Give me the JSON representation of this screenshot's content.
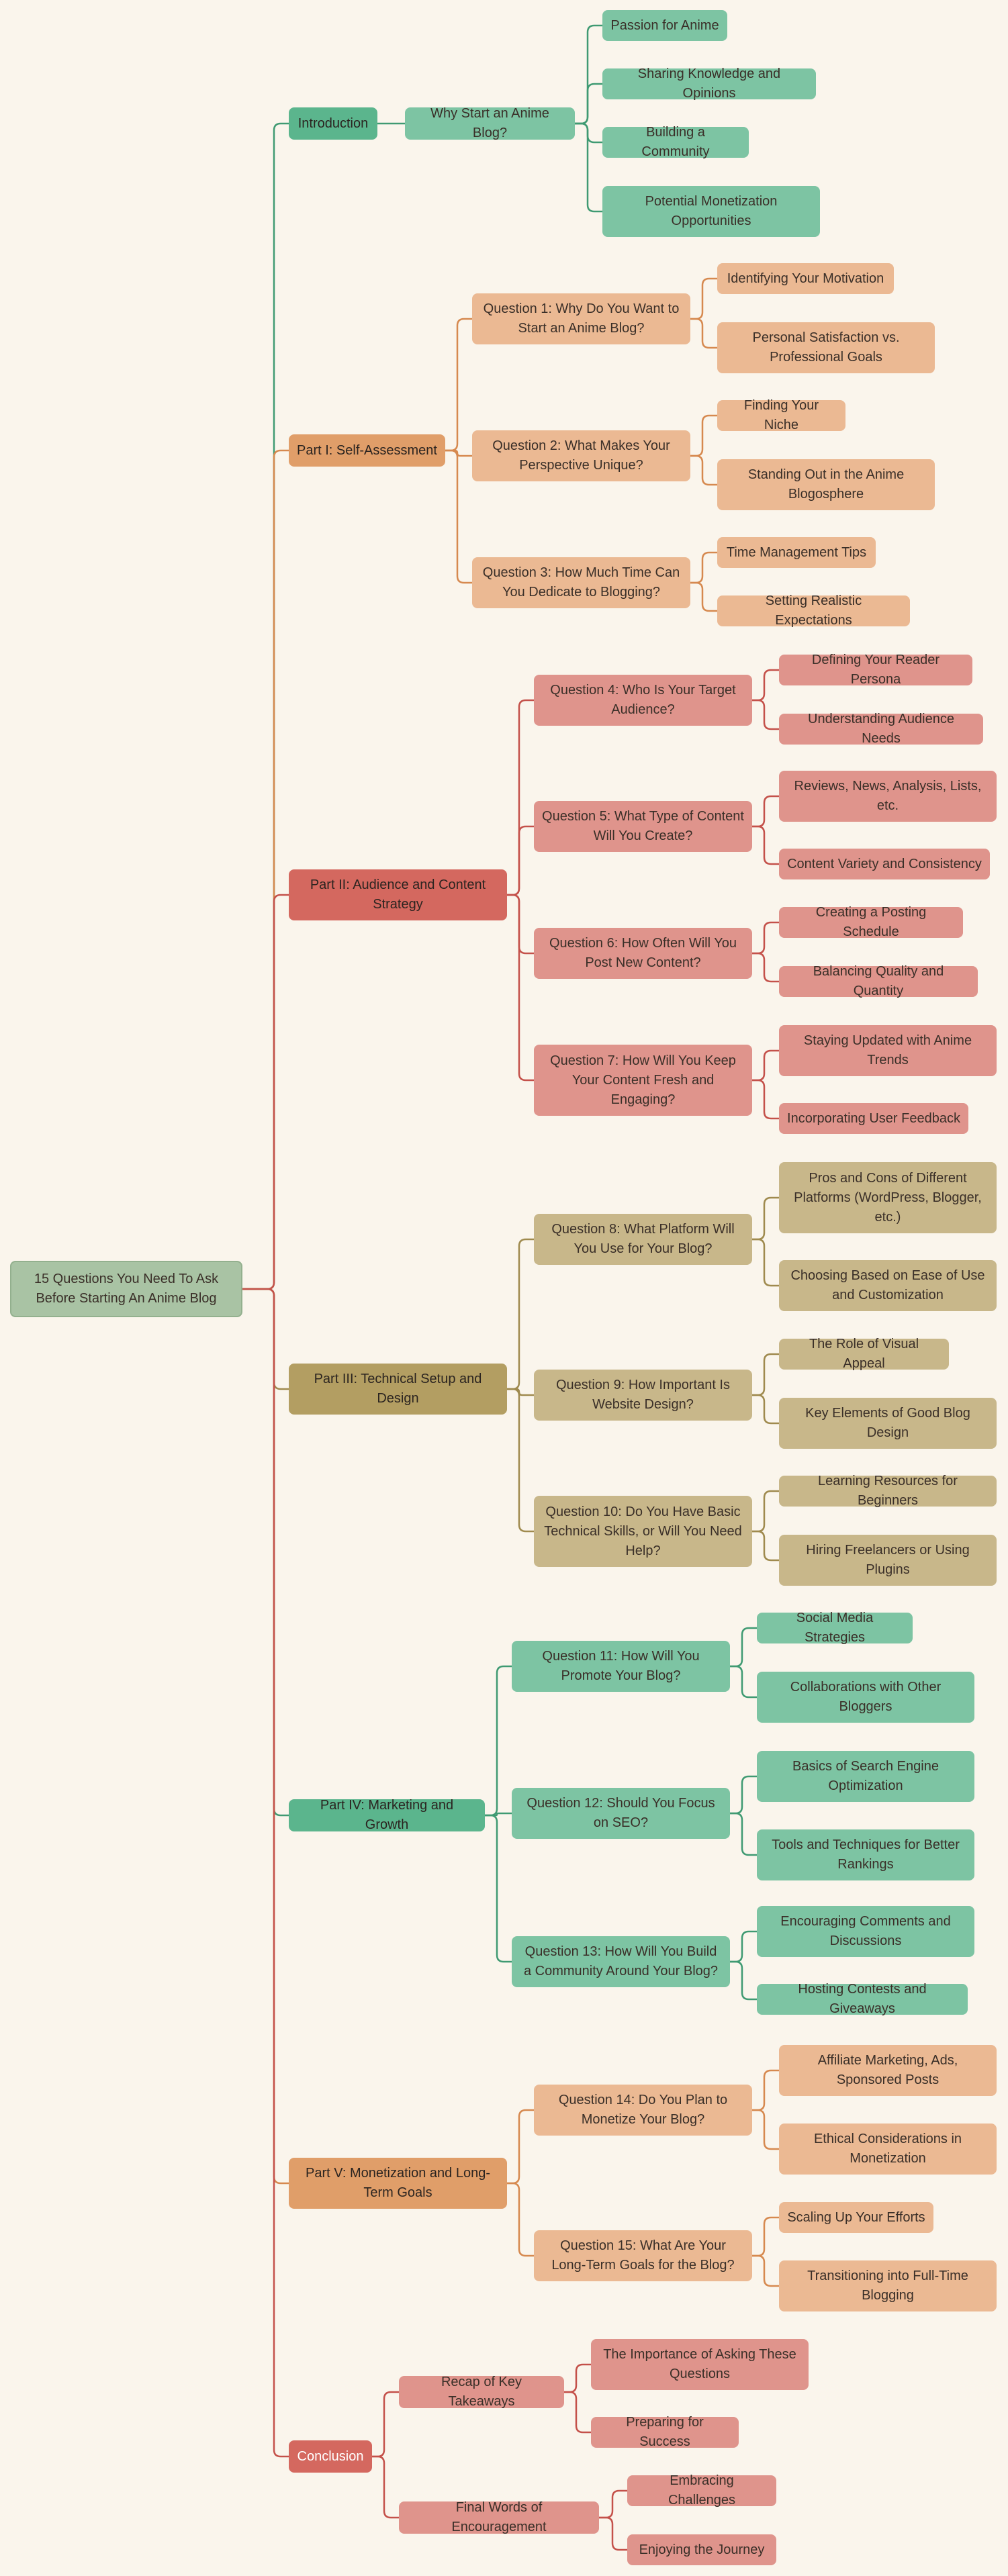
{
  "root": {
    "label": "15 Questions You Need To Ask Before Starting An Anime Blog"
  },
  "colors": {
    "root": "#a9c3a4",
    "green": "#5bb58d",
    "green_light": "#7dc4a3",
    "orange": "#e09e69",
    "orange_light": "#ebb993",
    "red": "#d4685f",
    "red_light": "#df948c",
    "olive": "#b39e62",
    "olive_light": "#c8b78a"
  },
  "sections": [
    {
      "label": "Introduction",
      "theme": "green",
      "children": [
        {
          "label": "Why Start an Anime Blog?",
          "children": [
            {
              "label": "Passion for Anime"
            },
            {
              "label": "Sharing Knowledge and Opinions"
            },
            {
              "label": "Building a Community"
            },
            {
              "label": "Potential Monetization Opportunities"
            }
          ]
        }
      ]
    },
    {
      "label": "Part I: Self-Assessment",
      "theme": "orange",
      "children": [
        {
          "label": "Question 1: Why Do You Want to Start an Anime Blog?",
          "children": [
            {
              "label": "Identifying Your Motivation"
            },
            {
              "label": "Personal Satisfaction vs. Professional Goals"
            }
          ]
        },
        {
          "label": "Question 2: What Makes Your Perspective Unique?",
          "children": [
            {
              "label": "Finding Your Niche"
            },
            {
              "label": "Standing Out in the Anime Blogosphere"
            }
          ]
        },
        {
          "label": "Question 3: How Much Time Can You Dedicate to Blogging?",
          "children": [
            {
              "label": "Time Management Tips"
            },
            {
              "label": "Setting Realistic Expectations"
            }
          ]
        }
      ]
    },
    {
      "label": "Part II: Audience and Content Strategy",
      "theme": "red",
      "children": [
        {
          "label": "Question 4: Who Is Your Target Audience?",
          "children": [
            {
              "label": "Defining Your Reader Persona"
            },
            {
              "label": "Understanding Audience Needs"
            }
          ]
        },
        {
          "label": "Question 5: What Type of Content Will You Create?",
          "children": [
            {
              "label": "Reviews, News, Analysis, Lists, etc."
            },
            {
              "label": "Content Variety and Consistency"
            }
          ]
        },
        {
          "label": "Question 6: How Often Will You Post New Content?",
          "children": [
            {
              "label": "Creating a Posting Schedule"
            },
            {
              "label": "Balancing Quality and Quantity"
            }
          ]
        },
        {
          "label": "Question 7: How Will You Keep Your Content Fresh and Engaging?",
          "children": [
            {
              "label": "Staying Updated with Anime Trends"
            },
            {
              "label": "Incorporating User Feedback"
            }
          ]
        }
      ]
    },
    {
      "label": "Part III: Technical Setup and Design",
      "theme": "olive",
      "children": [
        {
          "label": "Question 8: What Platform Will You Use for Your Blog?",
          "children": [
            {
              "label": "Pros and Cons of Different Platforms (WordPress, Blogger, etc.)"
            },
            {
              "label": "Choosing Based on Ease of Use and Customization"
            }
          ]
        },
        {
          "label": "Question 9: How Important Is Website Design?",
          "children": [
            {
              "label": "The Role of Visual Appeal"
            },
            {
              "label": "Key Elements of Good Blog Design"
            }
          ]
        },
        {
          "label": "Question 10: Do You Have Basic Technical Skills, or Will You Need Help?",
          "children": [
            {
              "label": "Learning Resources for Beginners"
            },
            {
              "label": "Hiring Freelancers or Using Plugins"
            }
          ]
        }
      ]
    },
    {
      "label": "Part IV: Marketing and Growth",
      "theme": "green",
      "children": [
        {
          "label": "Question 11: How Will You Promote Your Blog?",
          "children": [
            {
              "label": "Social Media Strategies"
            },
            {
              "label": "Collaborations with Other Bloggers"
            }
          ]
        },
        {
          "label": "Question 12: Should You Focus on SEO?",
          "children": [
            {
              "label": "Basics of Search Engine Optimization"
            },
            {
              "label": "Tools and Techniques for Better Rankings"
            }
          ]
        },
        {
          "label": "Question 13: How Will You Build a Community Around Your Blog?",
          "children": [
            {
              "label": "Encouraging Comments and Discussions"
            },
            {
              "label": "Hosting Contests and Giveaways"
            }
          ]
        }
      ]
    },
    {
      "label": "Part V: Monetization and Long-Term Goals",
      "theme": "orange",
      "children": [
        {
          "label": "Question 14: Do You Plan to Monetize Your Blog?",
          "children": [
            {
              "label": "Affiliate Marketing, Ads, Sponsored Posts"
            },
            {
              "label": "Ethical Considerations in Monetization"
            }
          ]
        },
        {
          "label": "Question 15: What Are Your Long-Term Goals for the Blog?",
          "children": [
            {
              "label": "Scaling Up Your Efforts"
            },
            {
              "label": "Transitioning into Full-Time Blogging"
            }
          ]
        }
      ]
    },
    {
      "label": "Conclusion",
      "theme": "red",
      "children": [
        {
          "label": "Recap of Key Takeaways",
          "children": [
            {
              "label": "The Importance of Asking These Questions"
            },
            {
              "label": "Preparing for Success"
            }
          ]
        },
        {
          "label": "Final Words of Encouragement",
          "children": [
            {
              "label": "Embracing Challenges"
            },
            {
              "label": "Enjoying the Journey"
            }
          ]
        }
      ]
    }
  ]
}
